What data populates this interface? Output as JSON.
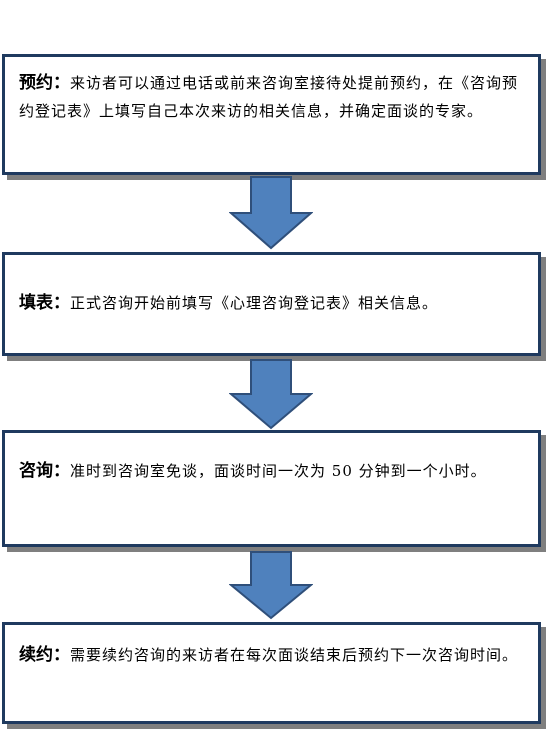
{
  "steps": [
    {
      "label": "预约：",
      "text": "来访者可以通过电话或前来咨询室接待处提前预约，在《咨询预约登记表》上填写自己本次来访的相关信息，并确定面谈的专家。"
    },
    {
      "label": "填表：",
      "text": "正式咨询开始前填写《心理咨询登记表》相关信息。"
    },
    {
      "label": "咨询：",
      "text": "准时到咨询室免谈，面谈时间一次为 50 分钟到一个小时。"
    },
    {
      "label": "续约：",
      "text": "需要续约咨询的来访者在每次面谈结束后预约下一次咨询时间。"
    }
  ],
  "colors": {
    "arrow_fill": "#4f81bd",
    "arrow_stroke": "#2f4f7a",
    "box_border": "#1f3a5f",
    "box_shadow": "#7f7f7f"
  }
}
